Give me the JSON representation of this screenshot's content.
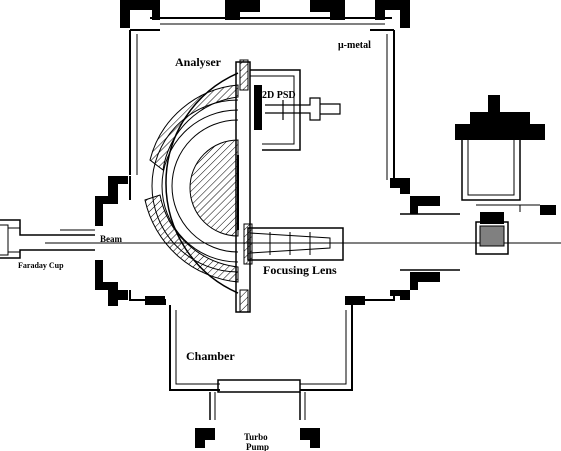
{
  "labels": {
    "analyser": "Analyser",
    "mu_metal": "μ-metal",
    "psd": "2D PSD",
    "beam": "Beam",
    "faraday": "Faraday Cup",
    "focusing": "Focusing Lens",
    "chamber": "Chamber",
    "turbo_line1": "Turbo",
    "turbo_line2": "Pump"
  },
  "colors": {
    "ink": "#000000",
    "paper": "#ffffff",
    "fill_gray": "#808080"
  }
}
